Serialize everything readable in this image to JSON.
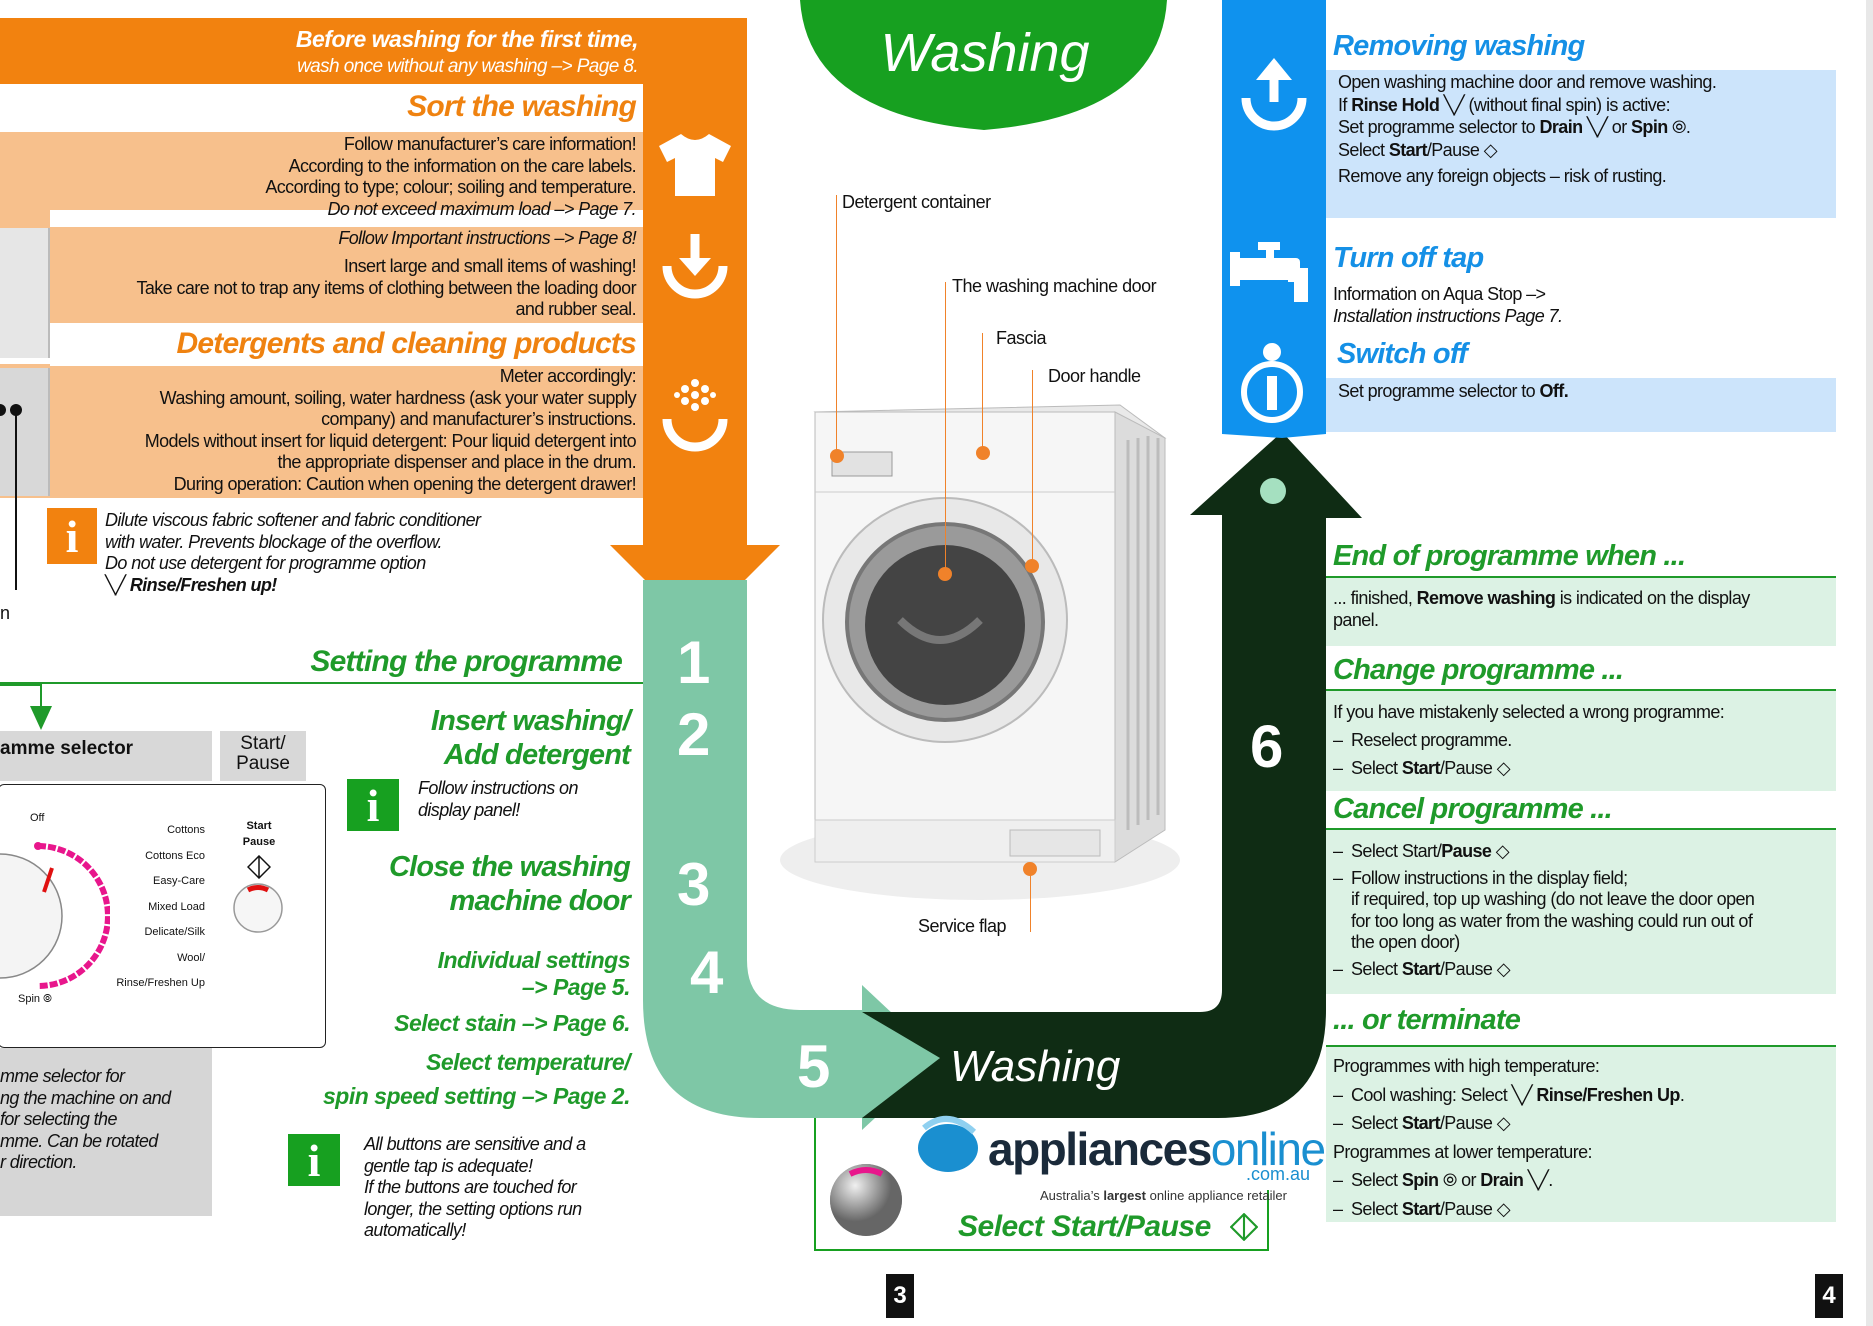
{
  "colors": {
    "orange": "#f2820f",
    "peach": "#f7c08c",
    "teal": "#7ec7a6",
    "dark_green": "#0f2c14",
    "green": "#17a020",
    "blue": "#0f92ee",
    "light_blue": "#cce4fb",
    "light_green": "#dcf2e4"
  },
  "left": {
    "first_time": {
      "title": "Before washing for the first time,",
      "sub": "wash once without any washing –> Page 8."
    },
    "sort": {
      "title": "Sort the washing",
      "lines": [
        "Follow manufacturer’s care information!",
        "According to the information on the care labels.",
        "According to type; colour; soiling and temperature.",
        "Do not exceed maximum load –> Page 7."
      ]
    },
    "load": {
      "ref": "Follow Important instructions –> Page 8!",
      "lines": [
        "Insert large and small items of washing!",
        "Take care not to trap any items of clothing between the loading door",
        "and rubber seal."
      ]
    },
    "detergents": {
      "title": "Detergents and cleaning products",
      "lines": [
        "Meter accordingly:",
        "Washing amount, soiling, water hardness (ask your water supply",
        "company) and manufacturer’s instructions.",
        "Models without insert for liquid detergent: Pour liquid detergent into",
        "the appropriate dispenser and place in the drum.",
        "During operation: Caution when opening the detergent drawer!"
      ]
    },
    "info1": {
      "icon": "i",
      "lines": [
        "Dilute viscous fabric softener and fabric conditioner",
        "with water. Prevents blockage of the overflow.",
        "Do not use detergent for programme option",
        "Rinse/Freshen up!"
      ]
    },
    "left_edge_fragment": "n",
    "setting_title": "Setting the programme",
    "panel": {
      "selector_label": "amme selector",
      "start_pause_label": "Start/\nPause",
      "off": "Off",
      "spin": "Spin",
      "programmes": [
        "Cottons",
        "Cottons Eco",
        "Easy-Care",
        "Mixed Load",
        "Delicate/Silk",
        "Wool/",
        "Rinse/Freshen Up"
      ],
      "start_label": "Start\nPause"
    },
    "grey_box_lines": [
      "mme selector for",
      "ng the machine on and",
      "for selecting the",
      "mme. Can be rotated",
      "r direction."
    ],
    "steps": [
      {
        "title": "Insert washing/\nAdd detergent"
      },
      {
        "title": "Close the washing\nmachine door"
      }
    ],
    "info2": [
      "Follow instructions on",
      "display panel!"
    ],
    "individual": "Individual settings\n–> Page 5.",
    "stain": "Select stain –> Page 6.",
    "temp1": "Select temperature/",
    "temp2": "spin speed setting –> Page 2.",
    "info3": [
      "All buttons are sensitive and a",
      "gentle tap is adequate!",
      "If the buttons are touched for",
      "longer, the setting options run",
      "automatically!"
    ]
  },
  "numbers": [
    "1",
    "2",
    "3",
    "4",
    "5",
    "6"
  ],
  "center": {
    "top_title": "Washing",
    "bottom_title": "Washing",
    "callouts": {
      "detergent": "Detergent container",
      "door": "The washing machine door",
      "fascia": "Fascia",
      "handle": "Door handle",
      "flap": "Service flap"
    },
    "logo_main": "appliances",
    "logo_online": "online",
    "logo_domain": ".com.au",
    "logo_tag_pre": "Australia’s ",
    "logo_tag_bold": "largest",
    "logo_tag_post": " online appliance retailer",
    "select_start": "Select Start/Pause"
  },
  "right": {
    "removing": {
      "title": "Removing washing",
      "l1": "Open washing machine door and remove washing.",
      "l2a": "If ",
      "l2b": "Rinse Hold",
      "l2c": " (without final spin) is active:",
      "l3a": "Set programme selector to ",
      "l3b": "Drain",
      "l3c": " or ",
      "l3d": "Spin",
      "l3e": ".",
      "l4a": "Select ",
      "l4b": "Start",
      "l4c": "/Pause",
      "l5": "Remove any foreign objects – risk of rusting."
    },
    "tap": {
      "title": "Turn off tap",
      "l1": "Information on Aqua Stop –>",
      "l2": "Installation instructions Page 7."
    },
    "switch": {
      "title": "Switch off",
      "l1a": "Set programme selector to ",
      "l1b": "Off."
    },
    "end": {
      "title": "End of programme when ...",
      "l1a": "... finished, ",
      "l1b": "Remove washing",
      "l1c": " is indicated on the display",
      "l2": "panel."
    },
    "change": {
      "title": "Change programme ...",
      "l1": "If you have mistakenly selected a wrong programme:",
      "l2": "Reselect programme.",
      "l3a": "Select ",
      "l3b": "Start",
      "l3c": "/Pause"
    },
    "cancel": {
      "title": "Cancel programme ...",
      "l1a": "Select Start/",
      "l1b": "Pause",
      "l2": "Follow instructions in the display field;",
      "l3": "if required, top up washing (do not leave the door open",
      "l4": "for too long as water from the washing could run out of",
      "l5": "the open door)",
      "l6a": "Select ",
      "l6b": "Start",
      "l6c": "/Pause"
    },
    "terminate": {
      "title": "... or terminate",
      "l1": "Programmes with high temperature:",
      "l2a": "Cool washing: Select ",
      "l2b": "Rinse/Freshen Up",
      "l2c": ".",
      "l3a": "Select ",
      "l3b": "Start",
      "l3c": "/Pause",
      "l4": "Programmes at lower temperature:",
      "l5a": "Select ",
      "l5b": "Spin",
      "l5c": " or ",
      "l5d": "Drain",
      "l5e": ".",
      "l6a": "Select ",
      "l6b": "Start",
      "l6c": "/Pause"
    }
  },
  "page_numbers": [
    "3",
    "4"
  ]
}
